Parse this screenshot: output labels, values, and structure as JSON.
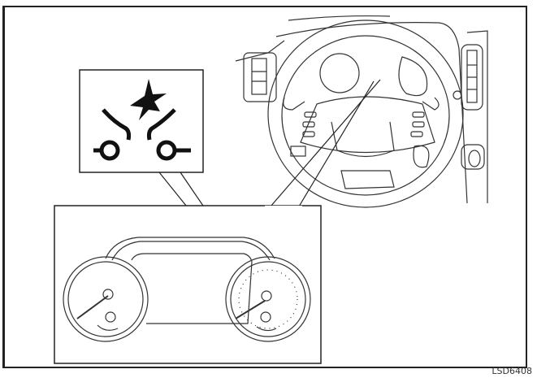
{
  "figure": {
    "caption_code": "LSD6408",
    "indicator": {
      "name": "forward-emergency-braking-warning-light",
      "icon": "collision-star-icon"
    },
    "dashboard_view": "steering-wheel-with-meter-cluster",
    "meter_cluster_view": "speedometer-and-tachometer-with-indicator-location"
  }
}
